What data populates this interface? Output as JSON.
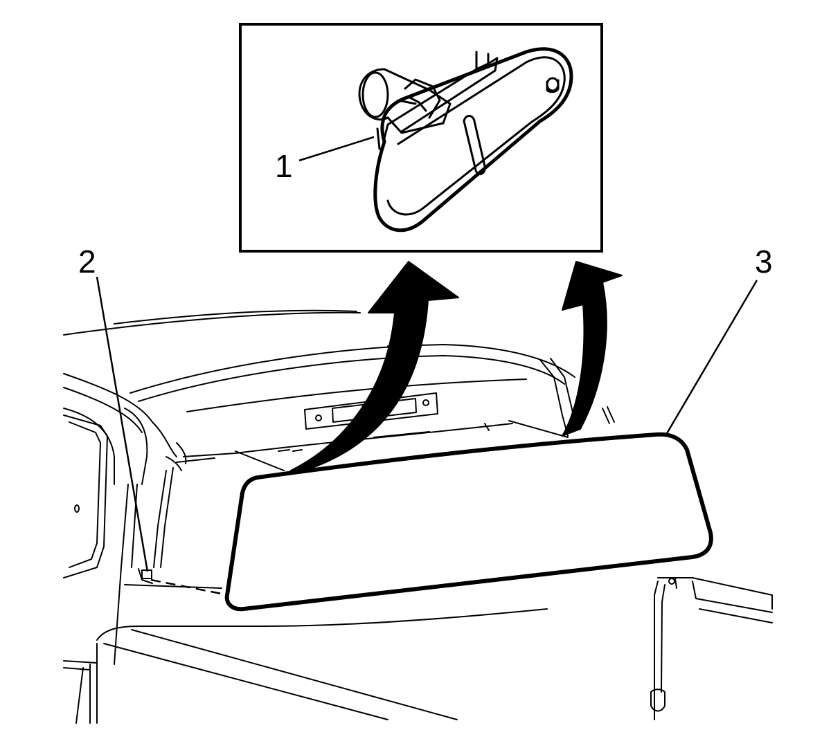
{
  "callouts": [
    {
      "id": "1",
      "text": "1"
    },
    {
      "id": "2",
      "text": "2"
    },
    {
      "id": "3",
      "text": "3"
    }
  ],
  "colors": {
    "line": "#000000",
    "background": "#ffffff"
  }
}
